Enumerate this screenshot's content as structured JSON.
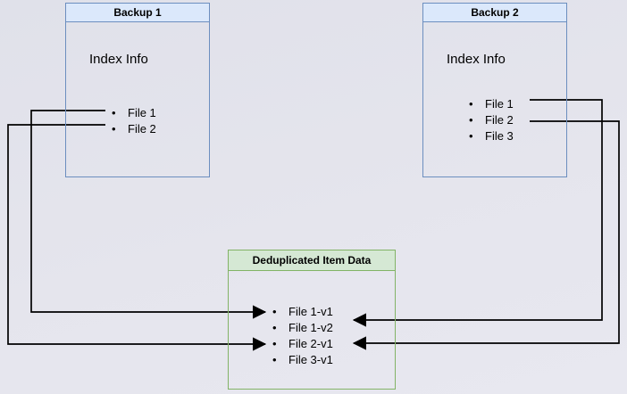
{
  "diagram": {
    "type": "backup-deduplication-diagram",
    "colors": {
      "background": "#e4e4ec",
      "blue_node_border": "#6c8ebf",
      "blue_node_header_fill": "#dbe8fb",
      "green_node_border": "#82b366",
      "green_node_header_fill": "#d5e8d4",
      "connector": "#000000",
      "text": "#000000"
    }
  },
  "boxes": {
    "backup1": {
      "title": "Backup 1",
      "subtitle": "Index Info",
      "files": [
        "File 1",
        "File 2"
      ]
    },
    "backup2": {
      "title": "Backup 2",
      "subtitle": "Index Info",
      "files": [
        "File 1",
        "File 2",
        "File 3"
      ]
    },
    "dedup": {
      "title": "Deduplicated Item Data",
      "items": [
        "File 1-v1",
        "File 1-v2",
        "File 2-v1",
        "File 3-v1"
      ]
    }
  },
  "connections": [
    {
      "from": "Backup 1 / File 1",
      "to": "Deduplicated Item Data / File 1-v1"
    },
    {
      "from": "Backup 1 / File 2",
      "to": "Deduplicated Item Data / File 2-v1"
    },
    {
      "from": "Backup 2 / File 1",
      "to": "Deduplicated Item Data / File 1-v2"
    },
    {
      "from": "Backup 2 / File 2",
      "to": "Deduplicated Item Data / File 2-v1"
    }
  ]
}
